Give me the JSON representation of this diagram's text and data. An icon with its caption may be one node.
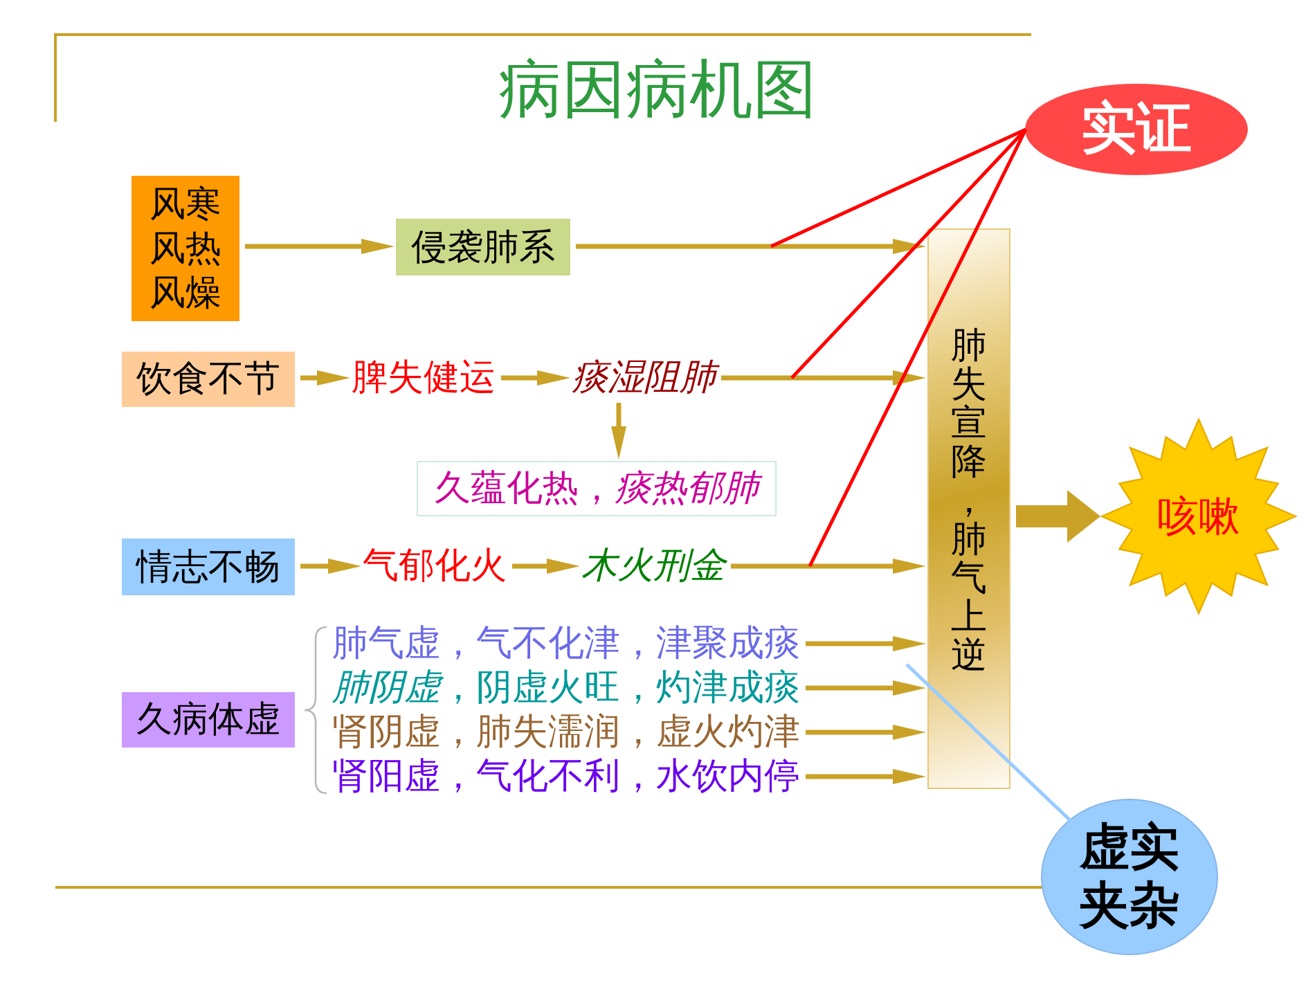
{
  "diagram": {
    "title": "病因病机图",
    "nodes": [
      {
        "text": [
          "风寒",
          "风热",
          "风燥"
        ]
      },
      {
        "text": [
          "侵袭肺系"
        ]
      },
      {
        "text": [
          "饮食不节"
        ]
      },
      {
        "text": [
          "脾失健运"
        ]
      },
      {
        "text": [
          "痰湿阻肺"
        ]
      },
      {
        "text": [
          "久蕴化热，*痰热郁肺*"
        ]
      },
      {
        "text": [
          "情志不畅"
        ]
      },
      {
        "text": [
          "气郁化火"
        ]
      },
      {
        "text": [
          "木火刑金"
        ]
      },
      {
        "text": [
          "久病体虚"
        ]
      },
      {
        "text": [
          "肺气虚，气不化津，津聚成痰"
        ]
      },
      {
        "text": [
          "*肺阴虚*，阴虚火旺，灼津成痰"
        ]
      },
      {
        "text": [
          "肾阴虚，肺失濡润，虚火灼津"
        ]
      },
      {
        "text": [
          "肾阳虚，气化不利，水饮内停"
        ]
      },
      {
        "text": [
          "肺失宣降，肺气上逆"
        ]
      },
      {
        "text": [
          "实证"
        ]
      },
      {
        "text": [
          "咳嗽"
        ]
      },
      {
        "text": [
          "虚实夹杂"
        ]
      }
    ],
    "edges": [
      {
        "from": 0,
        "to": 1,
        "arrow": "to"
      },
      {
        "from": 1,
        "to": 14,
        "arrow": "to"
      },
      {
        "from": 2,
        "to": 3,
        "arrow": "to"
      },
      {
        "from": 3,
        "to": 4,
        "arrow": "to"
      },
      {
        "from": 4,
        "to": 14,
        "arrow": "to"
      },
      {
        "from": 4,
        "to": 5,
        "arrow": "to"
      },
      {
        "from": 6,
        "to": 7,
        "arrow": "to"
      },
      {
        "from": 7,
        "to": 8,
        "arrow": "to"
      },
      {
        "from": 8,
        "to": 14,
        "arrow": "to"
      },
      {
        "from": 10,
        "to": 14,
        "arrow": "to"
      },
      {
        "from": 11,
        "to": 14,
        "arrow": "to"
      },
      {
        "from": 12,
        "to": 14,
        "arrow": "to"
      },
      {
        "from": 13,
        "to": 14,
        "arrow": "to"
      },
      {
        "from": 14,
        "to": 16,
        "arrow": "to",
        "style": "thick"
      },
      {
        "from": 15,
        "to": null,
        "arrow": "none",
        "color": "#ff0000"
      },
      {
        "from": 15,
        "to": null,
        "arrow": "none",
        "color": "#ff0000"
      },
      {
        "from": 15,
        "to": null,
        "arrow": "none",
        "color": "#ff0000"
      },
      {
        "from": 17,
        "to": null,
        "arrow": "none",
        "color": "#99ccff"
      }
    ]
  }
}
